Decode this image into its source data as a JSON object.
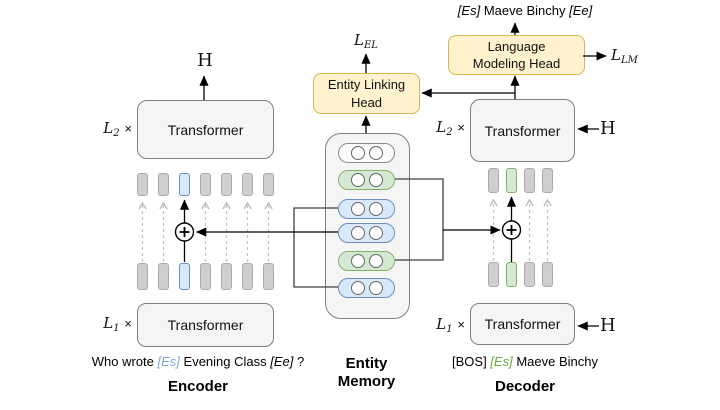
{
  "colors": {
    "box_fill": "#F5F5F5",
    "box_border": "#7F7F7F",
    "head_fill": "#FFF2CC",
    "head_border": "#D6B656",
    "blue_fill": "#DAE8FC",
    "blue_border": "#6C8EBF",
    "green_fill": "#D5E8D4",
    "green_border": "#82B366",
    "gray_token_fill": "#CFCFCF",
    "es_blue_text": "#7EA6E0",
    "es_green_text": "#67AB3F"
  },
  "encoder": {
    "h_label": "H",
    "l2": {
      "base": "L",
      "sub": "2",
      "times": "×"
    },
    "l1": {
      "base": "L",
      "sub": "1",
      "times": "×"
    },
    "transformer_top": "Transformer",
    "transformer_bottom": "Transformer",
    "tokens": [
      "gray",
      "gray",
      "blue",
      "gray",
      "gray",
      "gray",
      "gray"
    ],
    "caption_parts": [
      "Who wrote ",
      "[Es]",
      " Evening Class ",
      "[Ee]",
      " ?"
    ],
    "label": "Encoder"
  },
  "memory": {
    "slots": [
      "plain",
      "green",
      "blue",
      "blue",
      "green",
      "blue"
    ],
    "label_line1": "Entity",
    "label_line2": "Memory"
  },
  "heads": {
    "entity_linking": {
      "line1": "Entity Linking",
      "line2": "Head"
    },
    "language_modeling": {
      "line1": "Language",
      "line2": "Modeling Head"
    },
    "l_el": {
      "base": "L",
      "sub": "EL"
    },
    "l_lm": {
      "base": "L",
      "sub": "LM"
    }
  },
  "decoder": {
    "output_parts": [
      "[Es]",
      " Maeve Binchy ",
      "[Ee]"
    ],
    "h_top": "H",
    "h_bottom": "H",
    "l2": {
      "base": "L",
      "sub": "2",
      "times": "×"
    },
    "l1": {
      "base": "L",
      "sub": "1",
      "times": "×"
    },
    "transformer_top": "Transformer",
    "transformer_bottom": "Transformer",
    "tokens": [
      "gray",
      "green",
      "gray",
      "gray"
    ],
    "input_parts": [
      "[BOS] ",
      "[Es]",
      " Maeve Binchy"
    ],
    "label": "Decoder"
  }
}
